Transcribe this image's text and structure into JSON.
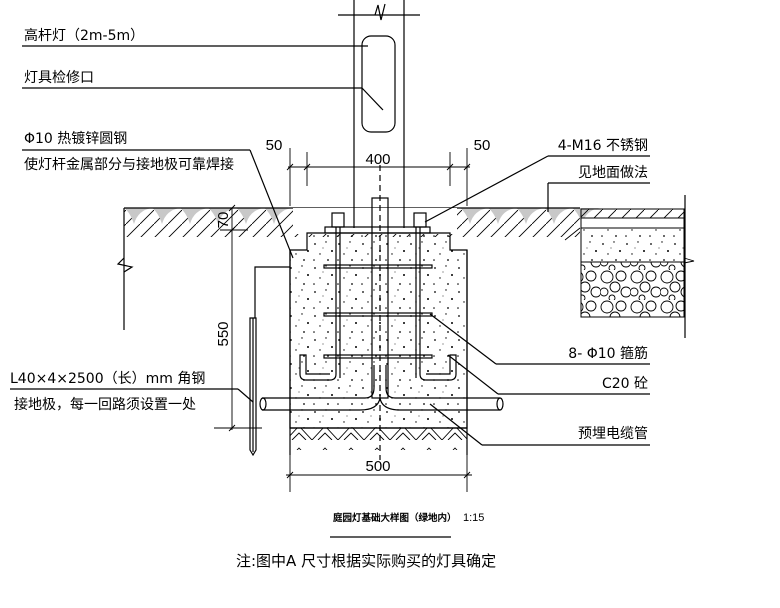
{
  "colors": {
    "ink": "#000000",
    "ground_shade": "#c8c8c8",
    "background": "#ffffff"
  },
  "labels": {
    "pole": "高杆灯（2m-5m）",
    "inspection_port": "灯具检修口",
    "ground_rod_line1": "Φ10 热镀锌圆钢",
    "ground_rod_line2": "使灯杆金属部分与接地极可靠焊接",
    "bolts": "4-M16 不锈钢",
    "ground_finish": "见地面做法",
    "stirrups": "8- Φ10 箍筋",
    "concrete": "C20 砼",
    "cable_conduit": "预埋电缆管",
    "angle_steel_line1": "L40×4×2500（长）mm 角钢",
    "angle_steel_line2": "接地极，每一回路须设置一处"
  },
  "dimensions": {
    "top_left_offset": "50",
    "top_width": "400",
    "top_right_offset": "50",
    "cover_depth": "70",
    "foundation_depth": "550",
    "base_width": "500"
  },
  "caption": {
    "title": "庭园灯基础大样图（绿地内）",
    "scale": "1:15"
  },
  "note": "注:图中A 尺寸根据实际购买的灯具确定"
}
